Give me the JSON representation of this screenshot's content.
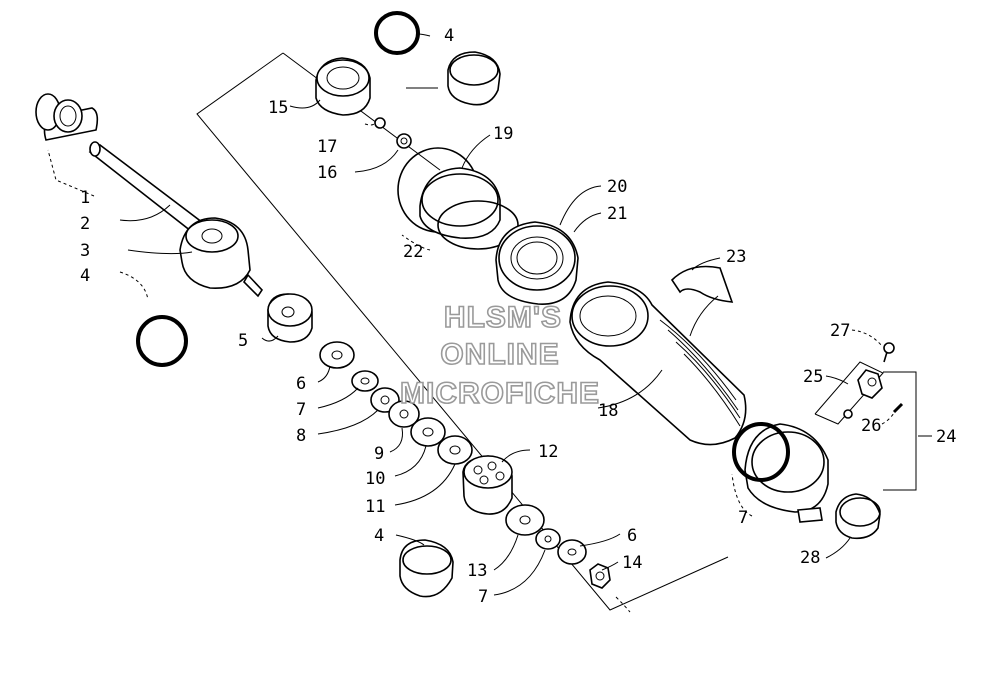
{
  "callouts": [
    "1",
    "2",
    "3",
    "4",
    "5",
    "6",
    "7",
    "8",
    "9",
    "10",
    "11",
    "4",
    "13",
    "7",
    "12",
    "6",
    "14",
    "15",
    "17",
    "16",
    "19",
    "22",
    "20",
    "21",
    "23",
    "18",
    "27",
    "25",
    "26",
    "24",
    "7",
    "28",
    "4"
  ],
  "watermark": [
    "HLSM'S",
    "ONLINE",
    "MICROFICHE"
  ]
}
